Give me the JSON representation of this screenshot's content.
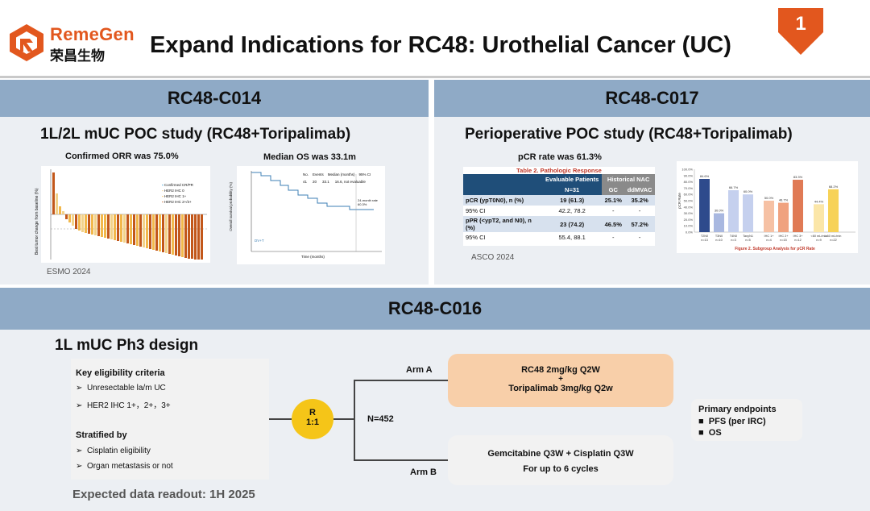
{
  "header": {
    "logo_en": "RemeGen",
    "logo_cn": "荣昌生物",
    "title": "Expand Indications for RC48: Urothelial Cancer (UC)",
    "slide_number": "1",
    "colors": {
      "brand": "#e2571e",
      "band": "#8faac6",
      "panel": "#eceff3"
    }
  },
  "c014": {
    "band": "RC48-C014",
    "subtitle": "1L/2L mUC POC study (RC48+Toripalimab)",
    "waterfall_caption": "Confirmed ORR was 75.0%",
    "km_caption": "Median OS was 33.1m",
    "source": "ESMO 2024",
    "waterfall_legend": [
      "Confirmed CR/PR",
      "HER2 IHC 0",
      "HER2 IHC 1+",
      "HER2 IHC 2+/3+"
    ],
    "waterfall_ylabel": "Best tumor change from baseline (%)",
    "km": {
      "ylabel": "Overall survival probability (%)",
      "xlabel": "Time (months)",
      "header": [
        "No.",
        "Events",
        "Median (months)",
        "95% CI"
      ],
      "row": [
        "41",
        "20",
        "33.1",
        "16.6, not evaluable"
      ],
      "annotation": "24-month rate 60.3%",
      "legend": "DV+T"
    }
  },
  "c017": {
    "band": "RC48-C017",
    "subtitle": "Perioperative POC study (RC48+Toripalimab)",
    "table_caption": "pCR rate was 61.3%",
    "source": "ASCO 2024",
    "table": {
      "title": "Table 2. Pathologic Response",
      "col_eval": "Evaluable Patients",
      "col_eval_n": "N=31",
      "col_hist": "Historical NAC",
      "col_gc": "GC",
      "col_ddmvac": "ddMVAC",
      "rows": [
        {
          "label": "pCR (ypT0N0), n (%)",
          "value": "19 (61.3)",
          "gc": "25.1%",
          "dd": "35.2%"
        },
        {
          "label": "95% CI",
          "value": "42.2, 78.2",
          "gc": "-",
          "dd": "-"
        },
        {
          "label": "pPR (<ypT2, and N0), n (%)",
          "value": "23 (74.2)",
          "gc": "46.5%",
          "dd": "57.2%"
        },
        {
          "label": "95% CI",
          "value": "55.4, 88.1",
          "gc": "-",
          "dd": "-"
        }
      ]
    }
  },
  "chart_data": [
    {
      "type": "bar",
      "title": "Figure 2. Subgroup Analysis for pCR Rate",
      "ylabel": "pCR Rate",
      "ylim": [
        0,
        100
      ],
      "yticks": [
        "0.0%",
        "10.0%",
        "20.0%",
        "30.0%",
        "40.0%",
        "50.0%",
        "60.0%",
        "70.0%",
        "80.0%",
        "90.0%",
        "100.0%"
      ],
      "categories": [
        "T2N0 n=13",
        "T3N0 n=10",
        "T4N0 n=3",
        "TanyN1 n=5",
        "IHC 1+ n=4",
        "IHC 2+ n=15",
        "IHC 3+ n=12",
        "<60 mL/min n=9",
        "≥60 mL/min n=22"
      ],
      "values": [
        84.6,
        30.0,
        66.7,
        60.0,
        50.0,
        46.7,
        83.3,
        44.4,
        68.2
      ],
      "labels": [
        "84.6%",
        "30.0%",
        "66.7%",
        "60.0%",
        "50.0%",
        "46.7%",
        "83.3%",
        "44.4%",
        "68.2%"
      ],
      "colors": [
        "#2e4a8c",
        "#a9b8e0",
        "#c5d0ee",
        "#c5d0ee",
        "#f6c1a4",
        "#f0a27f",
        "#e07a55",
        "#fbe6a8",
        "#f7d257"
      ]
    }
  ],
  "c016": {
    "band": "RC48-C016",
    "subtitle": "1L mUC Ph3 design",
    "criteria_title": "Key eligibility criteria",
    "criteria": [
      "Unresectable la/m UC",
      "HER2 IHC 1+，2+，3+"
    ],
    "strat_title": "Stratified by",
    "strat": [
      "Cisplatin eligibility",
      "Organ metastasis or not"
    ],
    "bullet": "➢",
    "rand_r": "R",
    "rand_ratio": "1:1",
    "n_label": "N=452",
    "arm_a_label": "Arm A",
    "arm_b_label": "Arm B",
    "arm_a": [
      "RC48 2mg/kg Q2W",
      "+",
      "Toripalimab 3mg/kg Q2w"
    ],
    "arm_b": [
      "Gemcitabine Q3W + Cisplatin Q3W",
      "For up to 6 cycles"
    ],
    "endpoints_title": "Primary endpoints",
    "endpoints": [
      "PFS (per IRC)",
      "OS"
    ],
    "endpoint_bullet": "■",
    "readout": "Expected data readout: 1H 2025"
  }
}
